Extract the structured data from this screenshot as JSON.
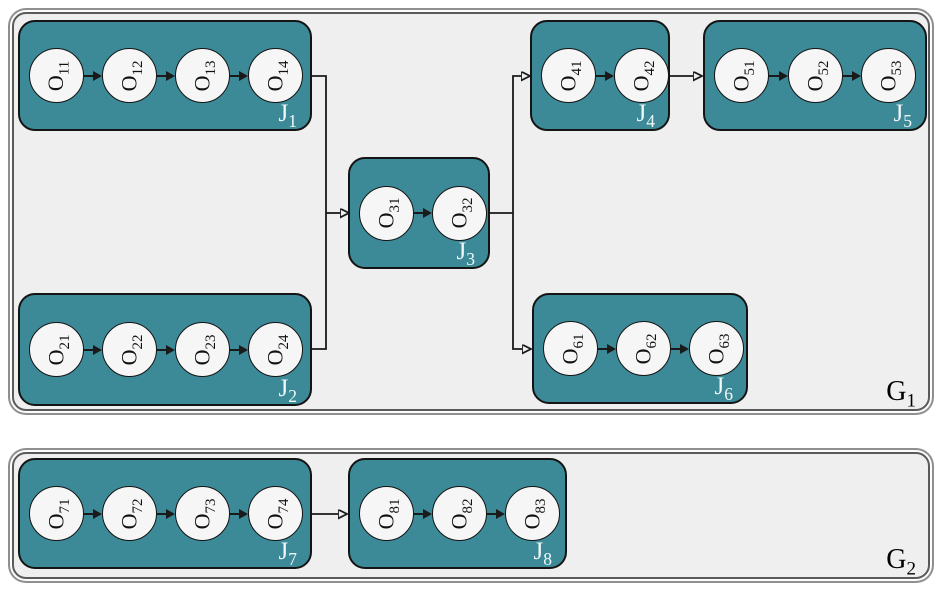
{
  "figure": {
    "type": "job-operation-precedence-diagram",
    "description": "Two groups of jobs; each job contains an ordered chain of operations"
  },
  "colors": {
    "job_fill": "#3c8a98",
    "job_border": "#141414",
    "node_fill": "#f6f6f6",
    "node_border": "#141414",
    "group_fill": "#efefef",
    "group_border": "#5a5a5a",
    "edge_color": "#1a1a1a",
    "job_label_color": "#f2f8f8",
    "group_label_color": "#000000"
  },
  "groups": [
    {
      "id": "G1",
      "label_base": "G",
      "label_sub": "1"
    },
    {
      "id": "G2",
      "label_base": "G",
      "label_sub": "2"
    }
  ],
  "jobs": [
    {
      "id": "J1",
      "group": "G1",
      "label_base": "J",
      "label_sub": "1",
      "ops": [
        {
          "base": "O",
          "sub": "11"
        },
        {
          "base": "O",
          "sub": "12"
        },
        {
          "base": "O",
          "sub": "13"
        },
        {
          "base": "O",
          "sub": "14"
        }
      ]
    },
    {
      "id": "J2",
      "group": "G1",
      "label_base": "J",
      "label_sub": "2",
      "ops": [
        {
          "base": "O",
          "sub": "21"
        },
        {
          "base": "O",
          "sub": "22"
        },
        {
          "base": "O",
          "sub": "23"
        },
        {
          "base": "O",
          "sub": "24"
        }
      ]
    },
    {
      "id": "J3",
      "group": "G1",
      "label_base": "J",
      "label_sub": "3",
      "ops": [
        {
          "base": "O",
          "sub": "31"
        },
        {
          "base": "O",
          "sub": "32"
        }
      ]
    },
    {
      "id": "J4",
      "group": "G1",
      "label_base": "J",
      "label_sub": "4",
      "ops": [
        {
          "base": "O",
          "sub": "41"
        },
        {
          "base": "O",
          "sub": "42"
        }
      ]
    },
    {
      "id": "J5",
      "group": "G1",
      "label_base": "J",
      "label_sub": "5",
      "ops": [
        {
          "base": "O",
          "sub": "51"
        },
        {
          "base": "O",
          "sub": "52"
        },
        {
          "base": "O",
          "sub": "53"
        }
      ]
    },
    {
      "id": "J6",
      "group": "G1",
      "label_base": "J",
      "label_sub": "6",
      "ops": [
        {
          "base": "O",
          "sub": "61"
        },
        {
          "base": "O",
          "sub": "62"
        },
        {
          "base": "O",
          "sub": "63"
        }
      ]
    },
    {
      "id": "J7",
      "group": "G2",
      "label_base": "J",
      "label_sub": "7",
      "ops": [
        {
          "base": "O",
          "sub": "71"
        },
        {
          "base": "O",
          "sub": "72"
        },
        {
          "base": "O",
          "sub": "73"
        },
        {
          "base": "O",
          "sub": "74"
        }
      ]
    },
    {
      "id": "J8",
      "group": "G2",
      "label_base": "J",
      "label_sub": "8",
      "ops": [
        {
          "base": "O",
          "sub": "81"
        },
        {
          "base": "O",
          "sub": "82"
        },
        {
          "base": "O",
          "sub": "83"
        }
      ]
    }
  ],
  "job_edges": [
    {
      "from": "J1",
      "to": "J3"
    },
    {
      "from": "J2",
      "to": "J3"
    },
    {
      "from": "J3",
      "to": "J4"
    },
    {
      "from": "J3",
      "to": "J6"
    },
    {
      "from": "J4",
      "to": "J5"
    },
    {
      "from": "J7",
      "to": "J8"
    }
  ]
}
